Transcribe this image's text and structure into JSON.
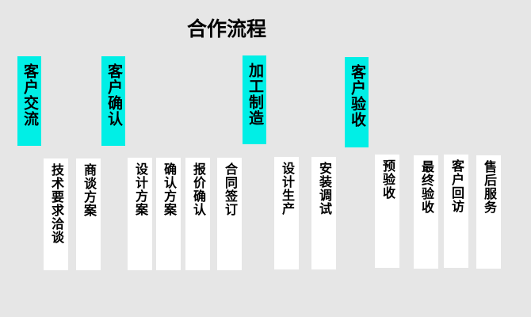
{
  "title": "合作流程",
  "colors": {
    "background": "#e6e6e6",
    "phase_fill": "#00efe6",
    "step_fill": "#ffffff",
    "text": "#000000"
  },
  "phases": [
    {
      "label": "客户交流",
      "steps": [
        "技术要求洽谈",
        "商谈方案"
      ]
    },
    {
      "label": "客户确认",
      "steps": [
        "设计方案",
        "确认方案",
        "报价确认",
        "合同签订"
      ]
    },
    {
      "label": "加工制造",
      "steps": [
        "设计生产",
        "安装调试"
      ]
    },
    {
      "label": "客户验收",
      "steps": [
        "预验收",
        "最终验收",
        "客户回访",
        "售后服务"
      ]
    }
  ]
}
